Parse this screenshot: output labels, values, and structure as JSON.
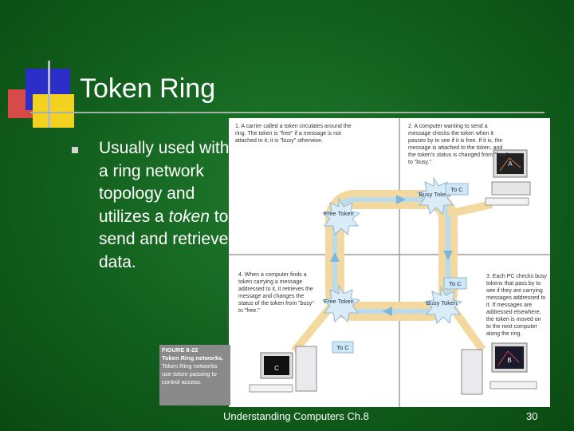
{
  "slide": {
    "title": "Token Ring",
    "bullet_parts": [
      "Usually used with a ring network topology and utilizes a ",
      "token",
      " to send and retrieve data."
    ],
    "footer_text": "Understanding Computers Ch.8",
    "page_number": "30"
  },
  "figure": {
    "step1": "1. A carrier called a token circulates around the ring. The token is \"free\" if a message is not attached to it; it is \"busy\" otherwise.",
    "step2": "2. A computer wanting to send a message checks the token when it passes by to see if it is free. If it is, the message is attached to the token, and the token's status is changed from \"free\" to \"busy.\"",
    "step3": "3. Each PC checks busy tokens that pass by to see if they are carrying messages addressed to it. If messages are addressed elsewhere, the token is moved on to the next computer along the ring.",
    "step4": "4. When a computer finds a token carrying a message addressed to it, it retrieves the message and changes the status of the token from \"busy\" to \"free.\"",
    "free_token_label": "Free Token",
    "busy_token_label": "Busy Token",
    "to_c_label": "To C",
    "computer_a": "A",
    "computer_b": "B",
    "computer_c": "C",
    "caption_title": "FIGURE 8-22",
    "caption_heading": "Token Ring networks.",
    "caption_body": "Token Ring networks use token passing to control access."
  },
  "colors": {
    "background": "#125f1d",
    "ring": "#f3d9a0",
    "arrow": "#9cc8e6",
    "burst": "#d9ecf8"
  }
}
